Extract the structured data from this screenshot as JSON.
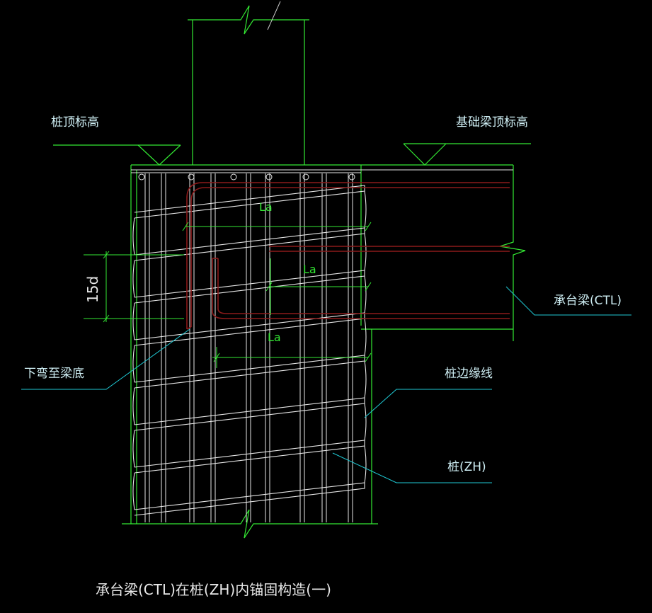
{
  "drawing": {
    "title": "承台梁(CTL)在桩(ZH)内锚固构造(一)",
    "labels": {
      "pile_top_elevation": "桩顶标高",
      "beam_top_elevation": "基础梁顶标高",
      "cap_beam": "承台梁(CTL)",
      "bend_to_beam_bottom": "下弯至梁底",
      "pile_edge_line": "桩边缘线",
      "pile": "桩(ZH)"
    },
    "dimensions": {
      "anchor_length_1": "La",
      "anchor_length_2": "La",
      "anchor_length_3": "La",
      "bend_length": "15d"
    }
  },
  "colors": {
    "background": "#000000",
    "outline": "#33e833",
    "rebar_longitudinal": "#e6e6e6",
    "spiral": "#e6e6e6",
    "beam_rebar": "#8c1a1a",
    "leader": "#1fc9d4",
    "text": "#e8e8e8"
  }
}
